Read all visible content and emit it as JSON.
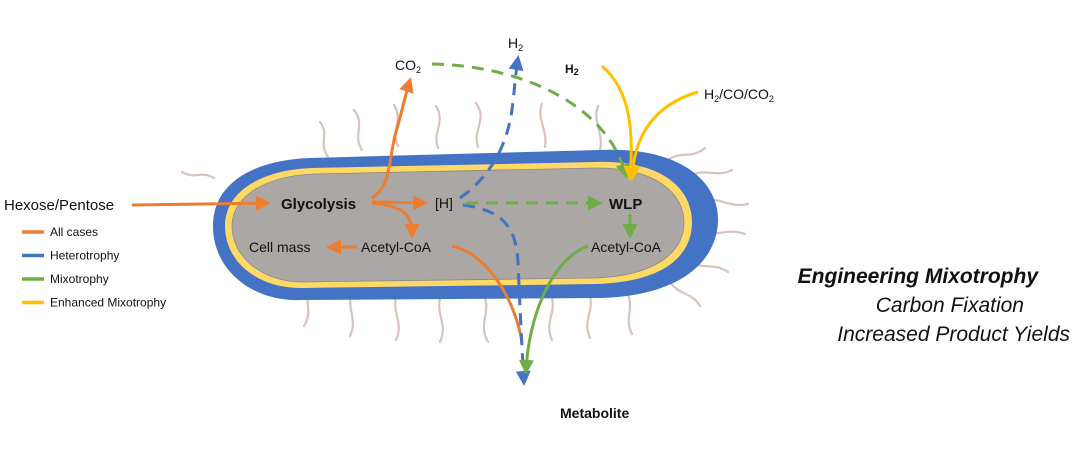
{
  "colors": {
    "orange": "#ED7D31",
    "blue": "#4472C4",
    "green": "#70AD47",
    "yellow": "#FFC000",
    "cytoplasm": "#ABA7A4",
    "inner_membrane": "#FFD966",
    "outer_membrane": "#4472C4",
    "flagella": "#D9C2BC"
  },
  "labels": {
    "hexose_pentose": "Hexose/Pentose",
    "glycolysis": "Glycolysis",
    "h_reducing": "[H]",
    "wlp": "WLP",
    "cell_mass": "Cell mass",
    "acetyl_coa_left": "Acetyl-CoA",
    "acetyl_coa_right": "Acetyl-CoA",
    "metabolite": "Metabolite",
    "co2": {
      "base": "CO",
      "sub": "2"
    },
    "h2_top": {
      "base": "H",
      "sub": "2"
    },
    "h2_right": {
      "base": "H",
      "sub": "2"
    },
    "syngas": {
      "p1": "H",
      "s1": "2",
      "p2": "/CO/CO",
      "s2": "2"
    }
  },
  "legend": [
    {
      "label": "All cases",
      "color_key": "orange"
    },
    {
      "label": "Heterotrophy",
      "color_key": "blue"
    },
    {
      "label": "Mixotrophy",
      "color_key": "green"
    },
    {
      "label": "Enhanced Mixotrophy",
      "color_key": "yellow"
    }
  ],
  "side_text": {
    "line1": "Engineering Mixotrophy",
    "line2": "Carbon Fixation",
    "line3": "Increased Product Yields"
  }
}
